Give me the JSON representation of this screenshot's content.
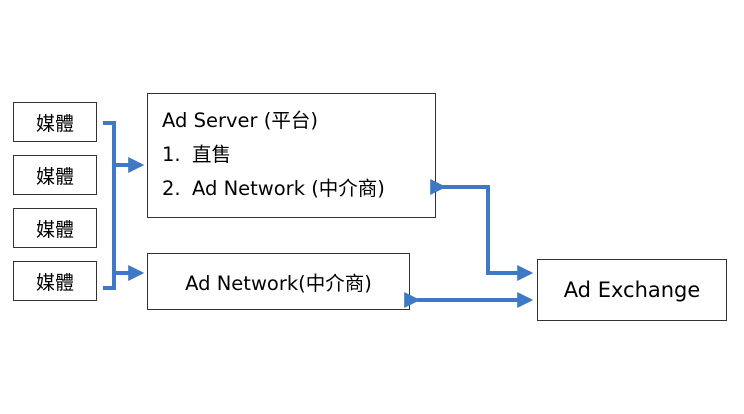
{
  "media_label": "媒體",
  "media_count": 4,
  "ad_server": {
    "title": "Ad Server (平台)",
    "items": [
      {
        "num": "1.",
        "label": "直售"
      },
      {
        "num": "2.",
        "label": "Ad Network (中介商)"
      }
    ]
  },
  "ad_network": {
    "label": "Ad Network(中介商)"
  },
  "ad_exchange": {
    "label": "Ad Exchange"
  },
  "colors": {
    "connector": "#3f78c4",
    "box_border": "#333333"
  }
}
